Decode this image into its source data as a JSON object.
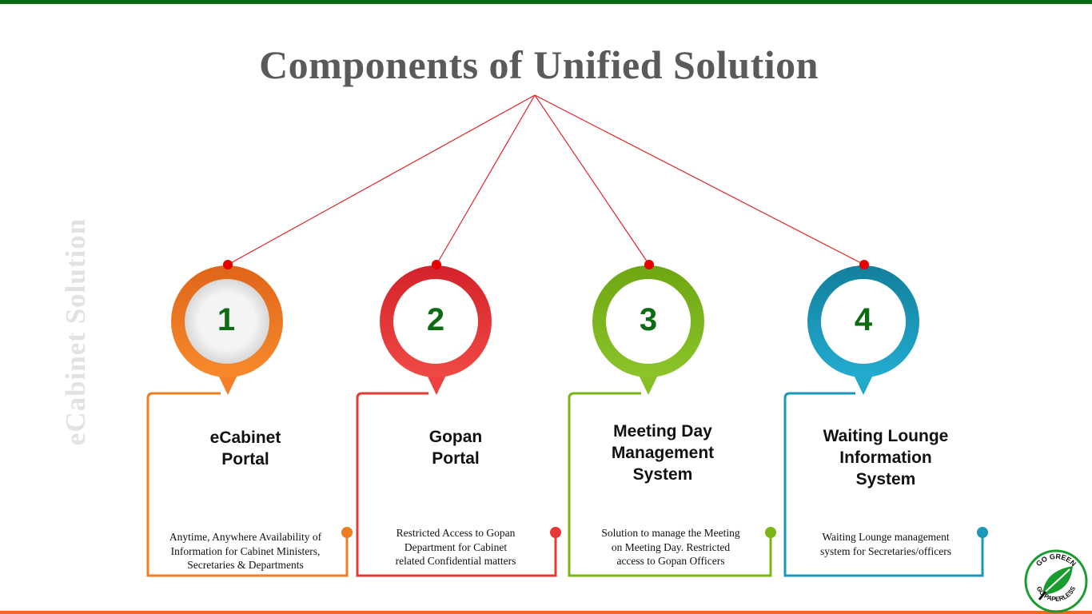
{
  "title": "Components of Unified Solution",
  "side_label": "eCabinet Solution",
  "components": [
    {
      "number": "1",
      "title": "eCabinet Portal",
      "title_lines": [
        "eCabinet",
        "Portal"
      ],
      "description_lines": [
        "Anytime, Anywhere Availability of",
        "Information for Cabinet Ministers,",
        "Secretaries & Departments"
      ],
      "color": "#ef7d22"
    },
    {
      "number": "2",
      "title": "Gopan Portal",
      "title_lines": [
        "Gopan",
        "Portal"
      ],
      "description_lines": [
        "Restricted Access to Gopan",
        "Department for Cabinet",
        "related  Confidential matters"
      ],
      "color": "#e53935"
    },
    {
      "number": "3",
      "title": "Meeting Day Management System",
      "title_lines": [
        "Meeting Day",
        "Management",
        "System"
      ],
      "description_lines": [
        "Solution to manage the Meeting",
        "on Meeting Day. Restricted",
        "access to Gopan Officers"
      ],
      "color": "#7cb518"
    },
    {
      "number": "4",
      "title": "Waiting Lounge Information System",
      "title_lines": [
        "Waiting Lounge",
        "Information",
        "System"
      ],
      "description_lines": [
        "Waiting Lounge management",
        "system for Secretaries/officers"
      ],
      "color": "#1b97b8"
    }
  ],
  "badge": {
    "top_text": "GO GREEN",
    "bottom_text": "GO PAPERLESS",
    "icon": "leaf-icon",
    "color": "#1a9b2e"
  },
  "colors": {
    "top_bar": "#0a6b12",
    "bottom_bar": "#f26a21",
    "connector": "#e0262b",
    "number_text": "#0d6b14"
  }
}
